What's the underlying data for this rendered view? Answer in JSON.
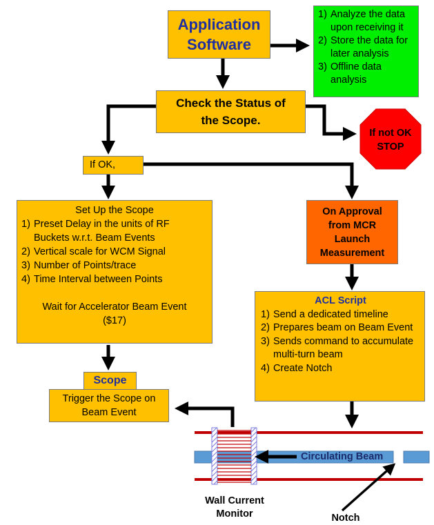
{
  "app_software": {
    "line1": "Application",
    "line2": "Software"
  },
  "analysis": {
    "items": [
      {
        "num": "1)",
        "text": "Analyze the data upon receiving it"
      },
      {
        "num": "2)",
        "text": "Store the data for later analysis"
      },
      {
        "num": "3)",
        "text": "Offline data analysis"
      }
    ]
  },
  "check_status": {
    "line1": "Check the Status of",
    "line2": "the Scope."
  },
  "stop_sign": {
    "line1": "If not OK",
    "line2": "STOP"
  },
  "if_ok": "If OK,",
  "setup": {
    "title": "Set Up the Scope",
    "items": [
      {
        "num": "1)",
        "text": "Preset Delay in the units of RF Buckets w.r.t. Beam Events"
      },
      {
        "num": "2)",
        "text": "Vertical scale for WCM  Signal"
      },
      {
        "num": "3)",
        "text": "Number of Points/trace"
      },
      {
        "num": "4)",
        "text": "Time Interval between Points"
      }
    ],
    "wait_line1": "Wait for  Accelerator Beam Event",
    "wait_line2": "($17)"
  },
  "approval": {
    "line1": "On Approval",
    "line2": "from MCR",
    "line3": "Launch",
    "line4": "Measurement"
  },
  "acl": {
    "title": "ACL Script",
    "items": [
      {
        "num": "1)",
        "text": "Send a dedicated timeline"
      },
      {
        "num": "2)",
        "text": "Prepares beam on Beam Event"
      },
      {
        "num": "3)",
        "text": "Sends command to accumulate multi-turn beam"
      },
      {
        "num": "4)",
        "text": "Create Notch"
      }
    ]
  },
  "scope_label": "Scope",
  "trigger": {
    "line1": "Trigger the Scope on",
    "line2": "Beam Event"
  },
  "circulating_beam": "Circulating Beam",
  "wcm": {
    "line1": "Wall Current",
    "line2": "Monitor"
  },
  "notch": "Notch",
  "colors": {
    "orange": "#ffc000",
    "green": "#00ee00",
    "dark_orange": "#ff6600",
    "stop_red": "#ff0000",
    "title_blue": "#1f2f9f",
    "beam_blue": "#5b9bd5",
    "rail_red": "#c00000"
  }
}
